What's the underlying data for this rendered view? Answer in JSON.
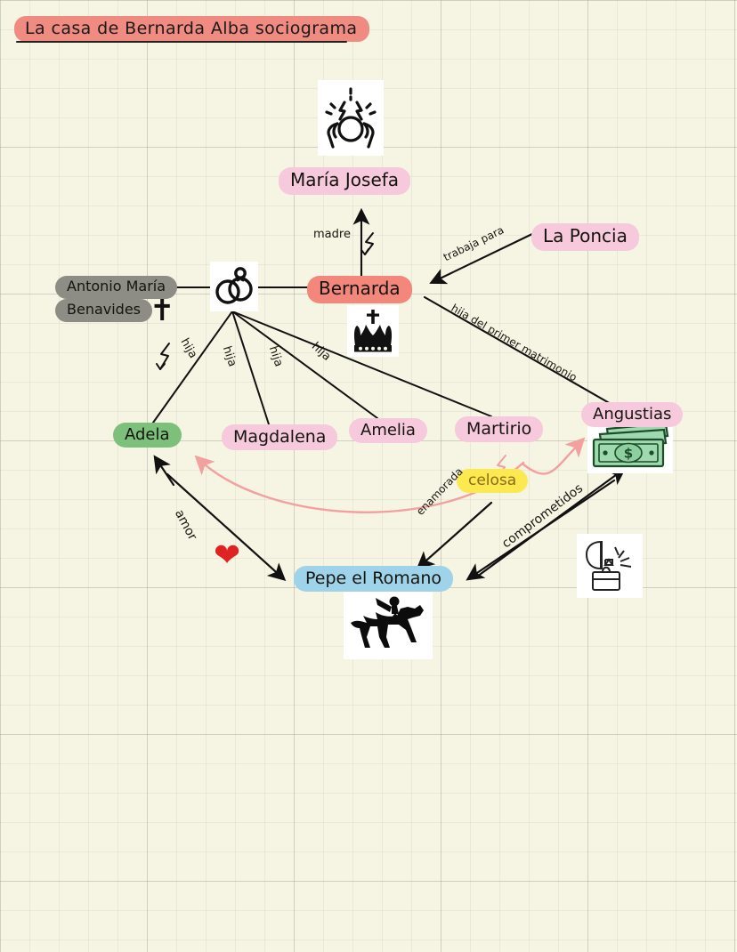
{
  "title": {
    "text": "La casa de Bernarda Alba   sociograma",
    "highlight": "#f08b82"
  },
  "colors": {
    "paper": "#f6f4e3",
    "grid": "#96968c",
    "pink": "#f7c9dc",
    "salmon": "#f4877c",
    "gray": "#8d8d85",
    "green": "#7cc07c",
    "blue": "#9ed3ea",
    "yellow": "#fbe94f",
    "ink": "#15150f",
    "pink_arrow": "#f2a0a0",
    "heart_red": "#e12222"
  },
  "nodes": [
    {
      "id": "maria-josefa",
      "label": "María Josefa",
      "highlight": "#f7c9dc",
      "size": "sz-20"
    },
    {
      "id": "antonio-line1",
      "label": "Antonio María",
      "highlight": "#8d8d85",
      "size": "sz-16"
    },
    {
      "id": "antonio-line2",
      "label": "Benavides",
      "highlight": "#8d8d85",
      "size": "sz-16"
    },
    {
      "id": "bernarda",
      "label": "Bernarda",
      "highlight": "#f4877c",
      "size": "sz-20"
    },
    {
      "id": "la-poncia",
      "label": "La Poncia",
      "highlight": "#f7c9dc",
      "size": "sz-20"
    },
    {
      "id": "adela",
      "label": "Adela",
      "highlight": "#7cc07c",
      "size": "sz-18"
    },
    {
      "id": "magdalena",
      "label": "Magdalena",
      "highlight": "#f7c9dc",
      "size": "sz-19"
    },
    {
      "id": "amelia",
      "label": "Amelia",
      "highlight": "#f7c9dc",
      "size": "sz-18"
    },
    {
      "id": "martirio",
      "label": "Martirio",
      "highlight": "#f7c9dc",
      "size": "sz-19"
    },
    {
      "id": "angustias",
      "label": "Angustias",
      "highlight": "#f7c9dc",
      "size": "sz-18"
    },
    {
      "id": "pepe-el-romano",
      "label": "Pepe el  Romano",
      "highlight": "#9ed3ea",
      "size": "sz-19"
    },
    {
      "id": "celosa",
      "label": "celosa",
      "highlight": "#fbe94f",
      "size": "sz-17"
    }
  ],
  "edge_labels": {
    "madre": "madre",
    "trabaja_para": "trabaja para",
    "hija_primer_matrimonio": "hija del primer matrimonio",
    "hija_1": "hija",
    "hija_2": "hija",
    "hija_3": "hija",
    "hija_4": "hija",
    "amor": "amor",
    "enamorada": "enamorada",
    "comprometidos": "comprometidos",
    "celosa": "celosa"
  },
  "icons": {
    "madness": "madness-head-icon",
    "wedding_rings": "wedding-rings-icon",
    "crown": "crown-icon",
    "cross": "cross-dagger-icon",
    "money": "money-bills-icon",
    "ring_box": "engagement-ring-box-icon",
    "horse_rider": "horse-rider-icon",
    "heart": "heart-icon",
    "lightning_1": "lightning-bolt-icon",
    "lightning_2": "lightning-bolt-icon",
    "lightning_3": "lightning-bolt-icon",
    "cross_glyph": "✝",
    "heart_glyph": "❤"
  },
  "graph_relations": [
    {
      "from": "bernarda",
      "to": "maria-josefa",
      "label": "madre"
    },
    {
      "from": "antonio-maria-benavides",
      "to": "bernarda",
      "label": ""
    },
    {
      "from": "la-poncia",
      "to": "bernarda",
      "label": "trabaja para"
    },
    {
      "from": "bernarda",
      "to": "angustias",
      "label": "hija del primer matrimonio"
    },
    {
      "from": "marriage",
      "to": "adela",
      "label": "hija"
    },
    {
      "from": "marriage",
      "to": "magdalena",
      "label": "hija"
    },
    {
      "from": "marriage",
      "to": "amelia",
      "label": "hija"
    },
    {
      "from": "marriage",
      "to": "martirio",
      "label": "hija"
    },
    {
      "from": "adela",
      "to": "pepe-el-romano",
      "label": "amor"
    },
    {
      "from": "martirio",
      "to": "pepe-el-romano",
      "label": "enamorada"
    },
    {
      "from": "angustias",
      "to": "pepe-el-romano",
      "label": "comprometidos"
    },
    {
      "from": "martirio",
      "to": "adela",
      "label": "celosa"
    },
    {
      "from": "martirio",
      "to": "angustias",
      "label": "celosa"
    }
  ]
}
